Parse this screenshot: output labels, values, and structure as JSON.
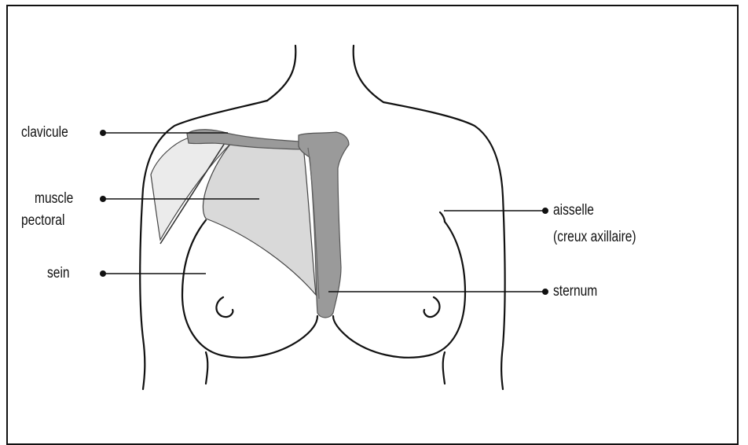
{
  "labels": {
    "clavicule": "clavicule",
    "muscle_line1": "muscle",
    "muscle_line2": "pectoral",
    "sein": "sein",
    "aisselle_line1": "aisselle",
    "aisselle_line2": "(creux axillaire)",
    "sternum": "sternum"
  },
  "colors": {
    "outline": "#111111",
    "pectoral_fill": "#d9d9d9",
    "pectoral_light_fill": "#ebebeb",
    "bone_fill": "#9a9a9a",
    "bone_stroke": "#555555"
  }
}
